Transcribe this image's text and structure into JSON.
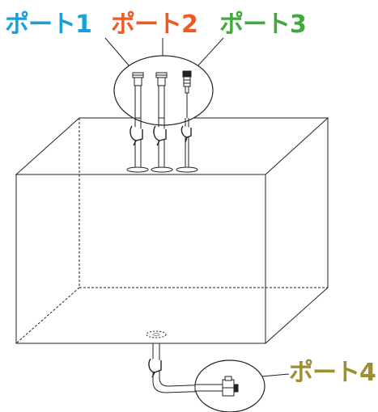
{
  "ports": [
    {
      "id": "port1",
      "label": "ポート1",
      "color": "#1a9fd6"
    },
    {
      "id": "port2",
      "label": "ポート2",
      "color": "#ef5a24"
    },
    {
      "id": "port3",
      "label": "ポート3",
      "color": "#3faa3a"
    },
    {
      "id": "port4",
      "label": "ポート4",
      "color": "#a08d2f"
    }
  ],
  "line_color": "#222222"
}
